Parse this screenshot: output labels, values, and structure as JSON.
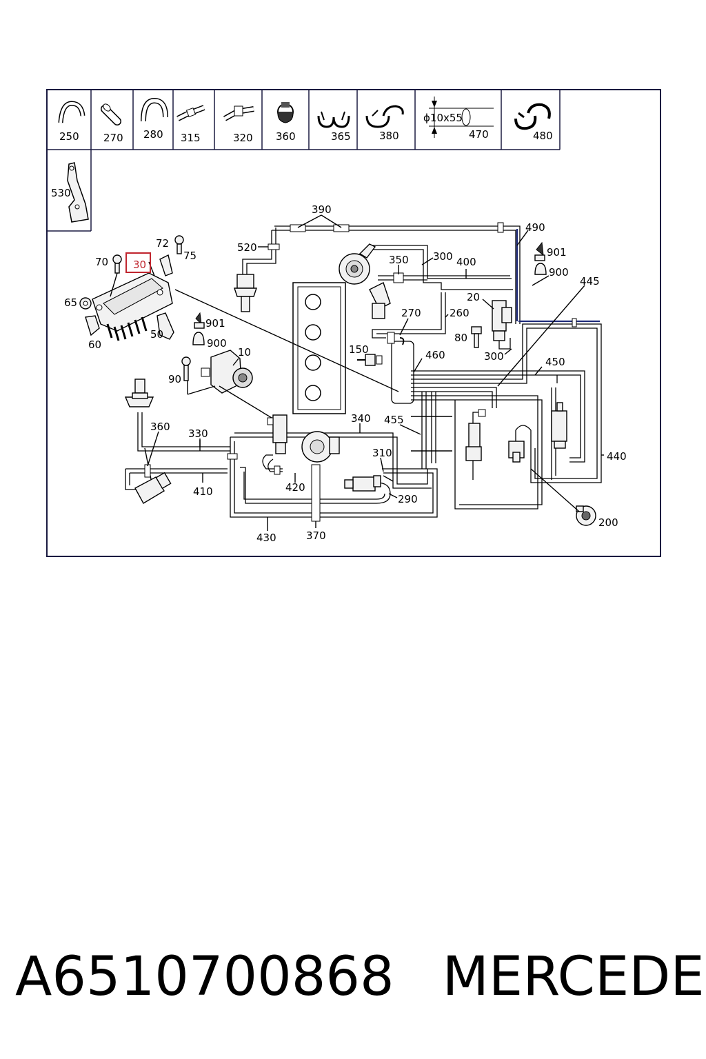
{
  "legend": {
    "items": [
      {
        "number": "250",
        "icon": "curved-hose-icon"
      },
      {
        "number": "270",
        "icon": "straight-hose-icon"
      },
      {
        "number": "280",
        "icon": "curved-hose-icon"
      },
      {
        "number": "315",
        "icon": "hose-connector-icon"
      },
      {
        "number": "320",
        "icon": "hose-connector-icon"
      },
      {
        "number": "360",
        "icon": "clamp-icon"
      },
      {
        "number": "365",
        "icon": "double-clip-icon"
      },
      {
        "number": "380",
        "icon": "clip-icon"
      },
      {
        "number": "470",
        "icon": "tube-icon",
        "spec": "ϕ10x55"
      },
      {
        "number": "480",
        "icon": "clip-icon"
      },
      {
        "number": "530",
        "icon": "bracket-icon"
      }
    ]
  },
  "callouts": {
    "c390": "390",
    "c490": "490",
    "c520": "520",
    "c300a": "300",
    "c350": "350",
    "c400": "400",
    "c901a": "901",
    "c900a": "900",
    "c72": "72",
    "c75": "75",
    "c70": "70",
    "c30": "30",
    "c445": "445",
    "c20": "20",
    "c65": "65",
    "c270": "270",
    "c260": "260",
    "c901b": "901",
    "c900b": "900",
    "c80": "80",
    "c50": "50",
    "c60": "60",
    "c10": "10",
    "c150": "150",
    "c300b": "300",
    "c460": "460",
    "c450": "450",
    "c90": "90",
    "c340": "340",
    "c455": "455",
    "c360": "360",
    "c330": "330",
    "c310": "310",
    "c440": "440",
    "c410": "410",
    "c420": "420",
    "c290": "290",
    "c200": "200",
    "c430": "430",
    "c370": "370"
  },
  "highlight_color": "#c0252e",
  "footer": {
    "part_number": "A6510700868",
    "brand": "MERCEDES"
  }
}
